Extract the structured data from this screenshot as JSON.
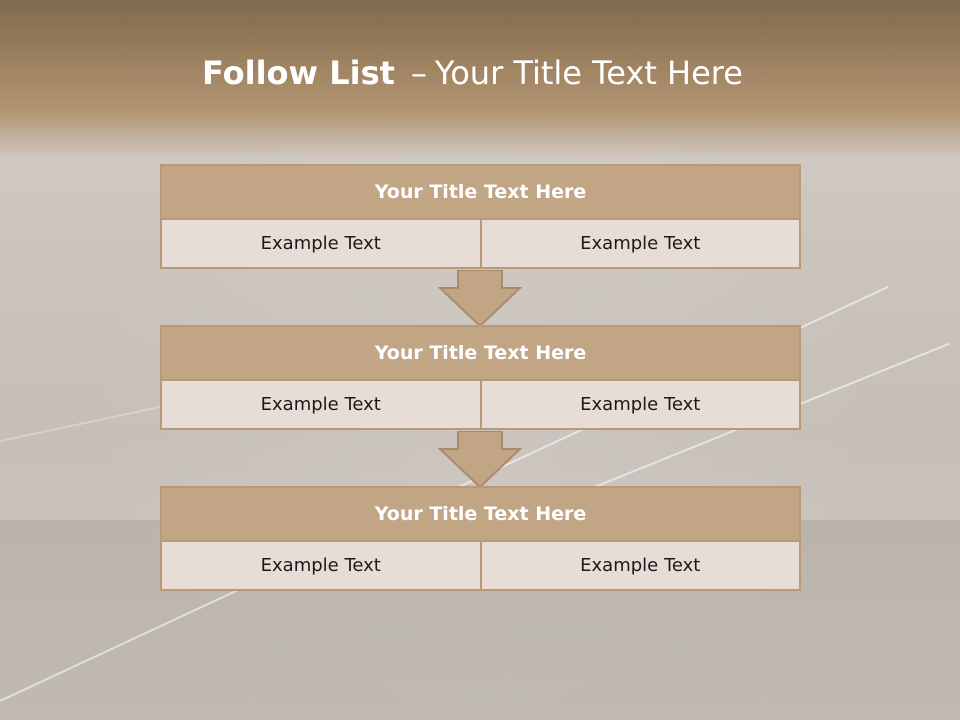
{
  "title": {
    "bold": "Follow List",
    "separator": "–",
    "rest": "Your Title Text Here"
  },
  "steps": [
    {
      "title": "Your Title Text Here",
      "left": "Example Text",
      "right": "Example Text"
    },
    {
      "title": "Your Title Text Here",
      "left": "Example Text",
      "right": "Example Text"
    },
    {
      "title": "Your Title Text Here",
      "left": "Example Text",
      "right": "Example Text"
    }
  ],
  "colors": {
    "header_brown": "#9a7f5e",
    "block_title_fill": "#c2a585",
    "block_border": "#b89a79",
    "cell_fill": "#e7ddd6"
  }
}
